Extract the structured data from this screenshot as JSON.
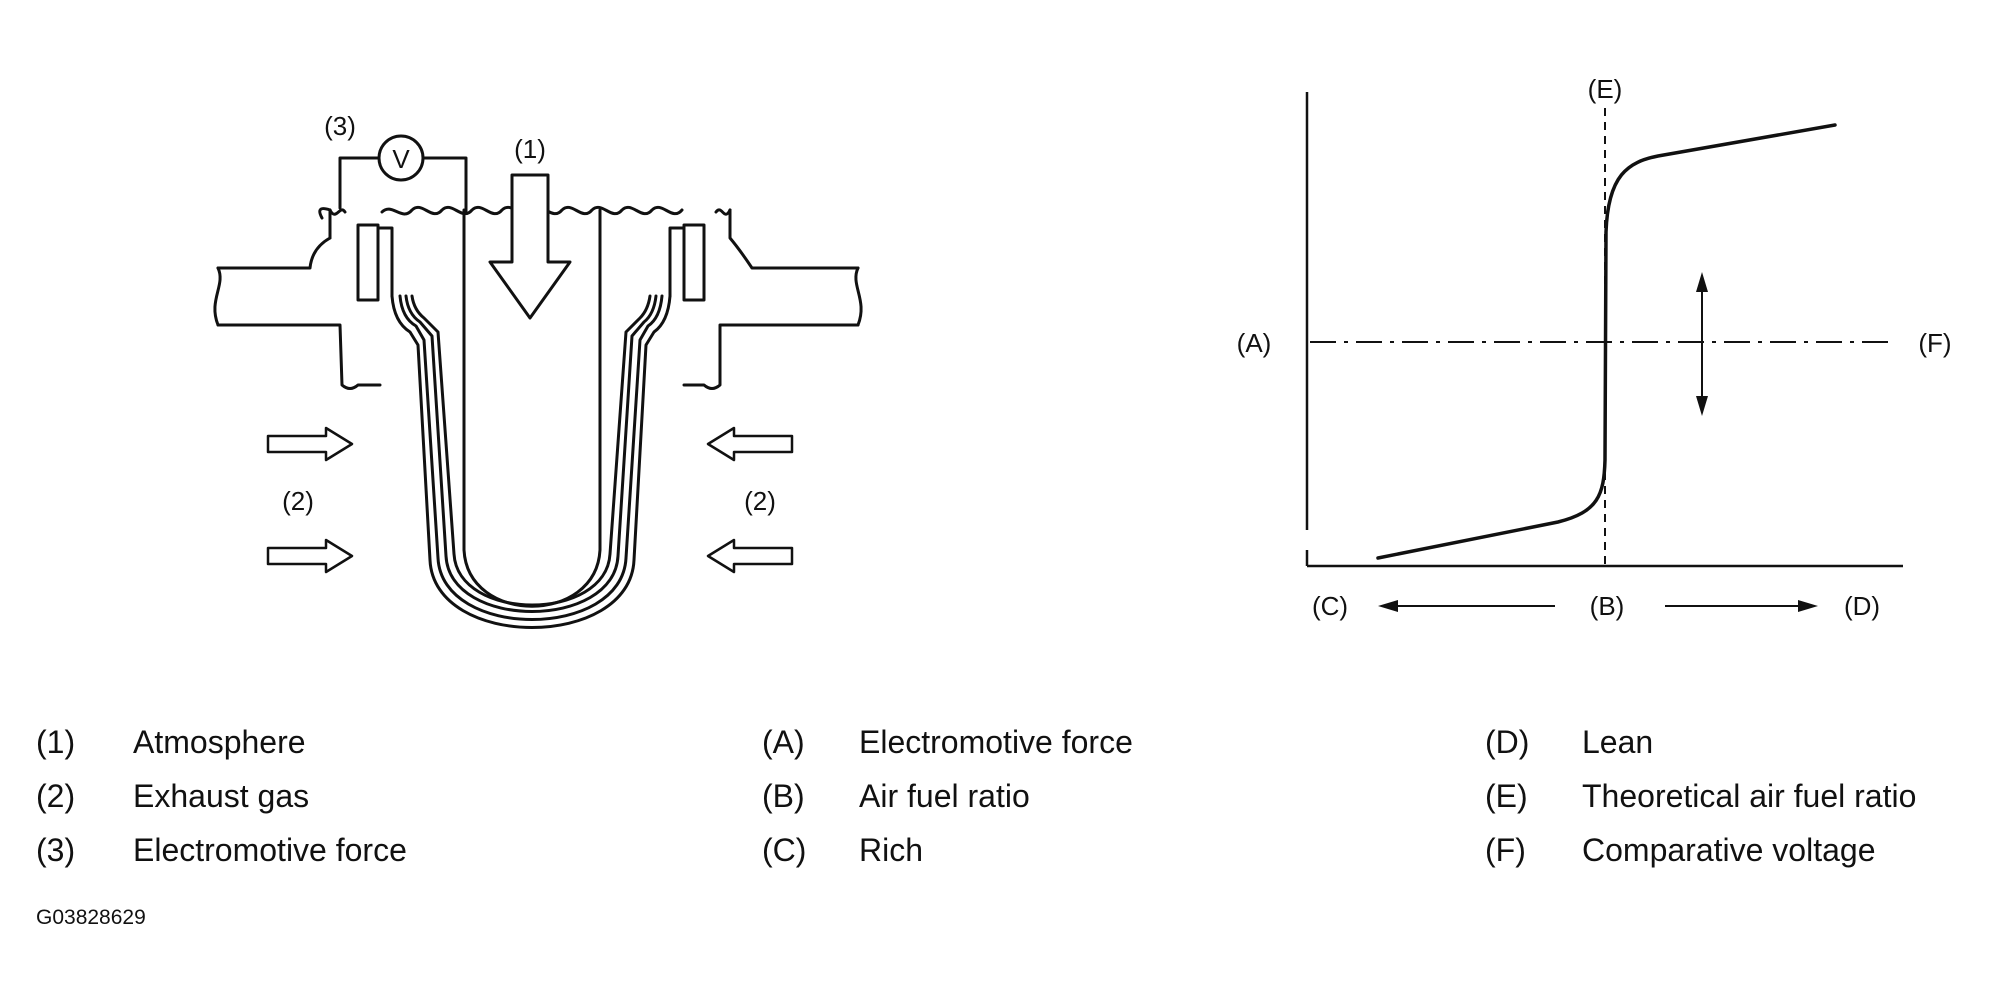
{
  "figure_code": "G03828629",
  "sensor_labels": {
    "atmosphere": "(1)",
    "exhaust_left": "(2)",
    "exhaust_right": "(2)",
    "emf": "(3)",
    "voltmeter": "V"
  },
  "graph_labels": {
    "y_axis": "(A)",
    "comparative_line": "(F)",
    "theoretical_line": "(E)",
    "rich": "(C)",
    "x_axis": "(B)",
    "lean": "(D)"
  },
  "legend": [
    {
      "key": "(1)",
      "text": "Atmosphere"
    },
    {
      "key": "(2)",
      "text": "Exhaust gas"
    },
    {
      "key": "(3)",
      "text": "Electromotive force"
    },
    {
      "key": "(A)",
      "text": "Electromotive force"
    },
    {
      "key": "(B)",
      "text": "Air fuel ratio"
    },
    {
      "key": "(C)",
      "text": "Rich"
    },
    {
      "key": "(D)",
      "text": "Lean"
    },
    {
      "key": "(E)",
      "text": "Theoretical air fuel ratio"
    },
    {
      "key": "(F)",
      "text": "Comparative voltage"
    }
  ]
}
